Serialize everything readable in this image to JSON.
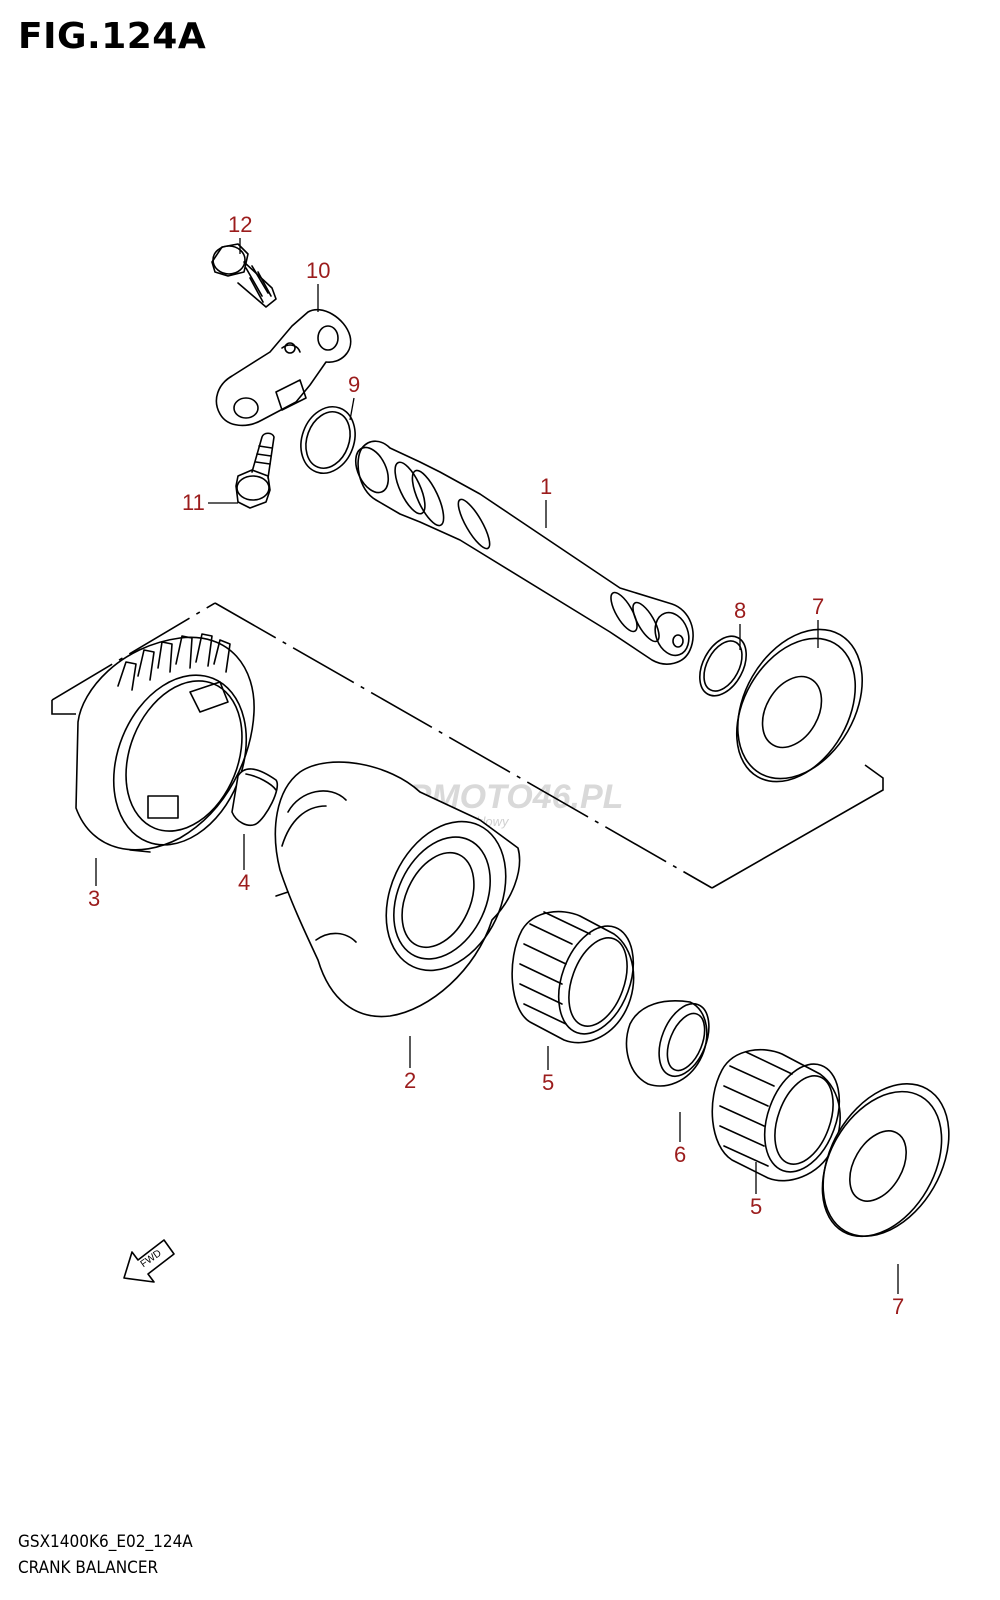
{
  "figure": {
    "title": "FIG.124A",
    "code": "GSX1400K6_E02_124A",
    "name": "CRANK BALANCER"
  },
  "callouts": {
    "c1": "1",
    "c2": "2",
    "c3": "3",
    "c4": "4",
    "c5a": "5",
    "c5b": "5",
    "c6": "6",
    "c7a": "7",
    "c7b": "7",
    "c8": "8",
    "c9": "9",
    "c10": "10",
    "c11": "11",
    "c12": "12"
  },
  "watermark": {
    "brand": "SKLEPMOTO46.PL",
    "tagline": "internetowy sklep motocyklowy"
  },
  "fwd_label": "FWD",
  "colors": {
    "callout": "#9b1c1c",
    "line": "#000000"
  }
}
